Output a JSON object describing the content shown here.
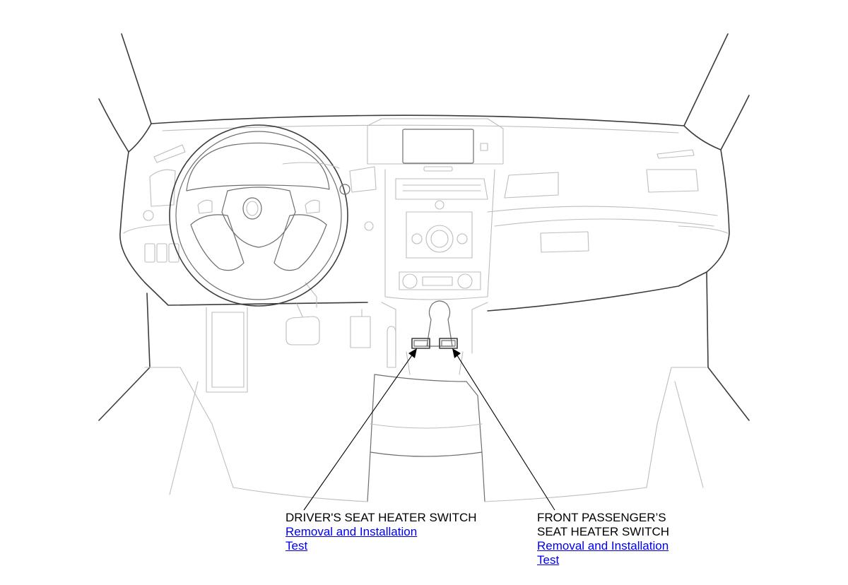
{
  "callouts": {
    "driver": {
      "title_line1": "DRIVER'S SEAT HEATER SWITCH",
      "link_removal": "Removal and Installation",
      "link_test": "Test"
    },
    "passenger": {
      "title_line1": "FRONT PASSENGER’S",
      "title_line2": "SEAT HEATER SWITCH",
      "link_removal": "Removal and Installation",
      "link_test": "Test"
    }
  },
  "colors": {
    "link": "#0000ee",
    "outline_dark": "#3c3c3c",
    "outline_light": "#bdbdbd"
  }
}
